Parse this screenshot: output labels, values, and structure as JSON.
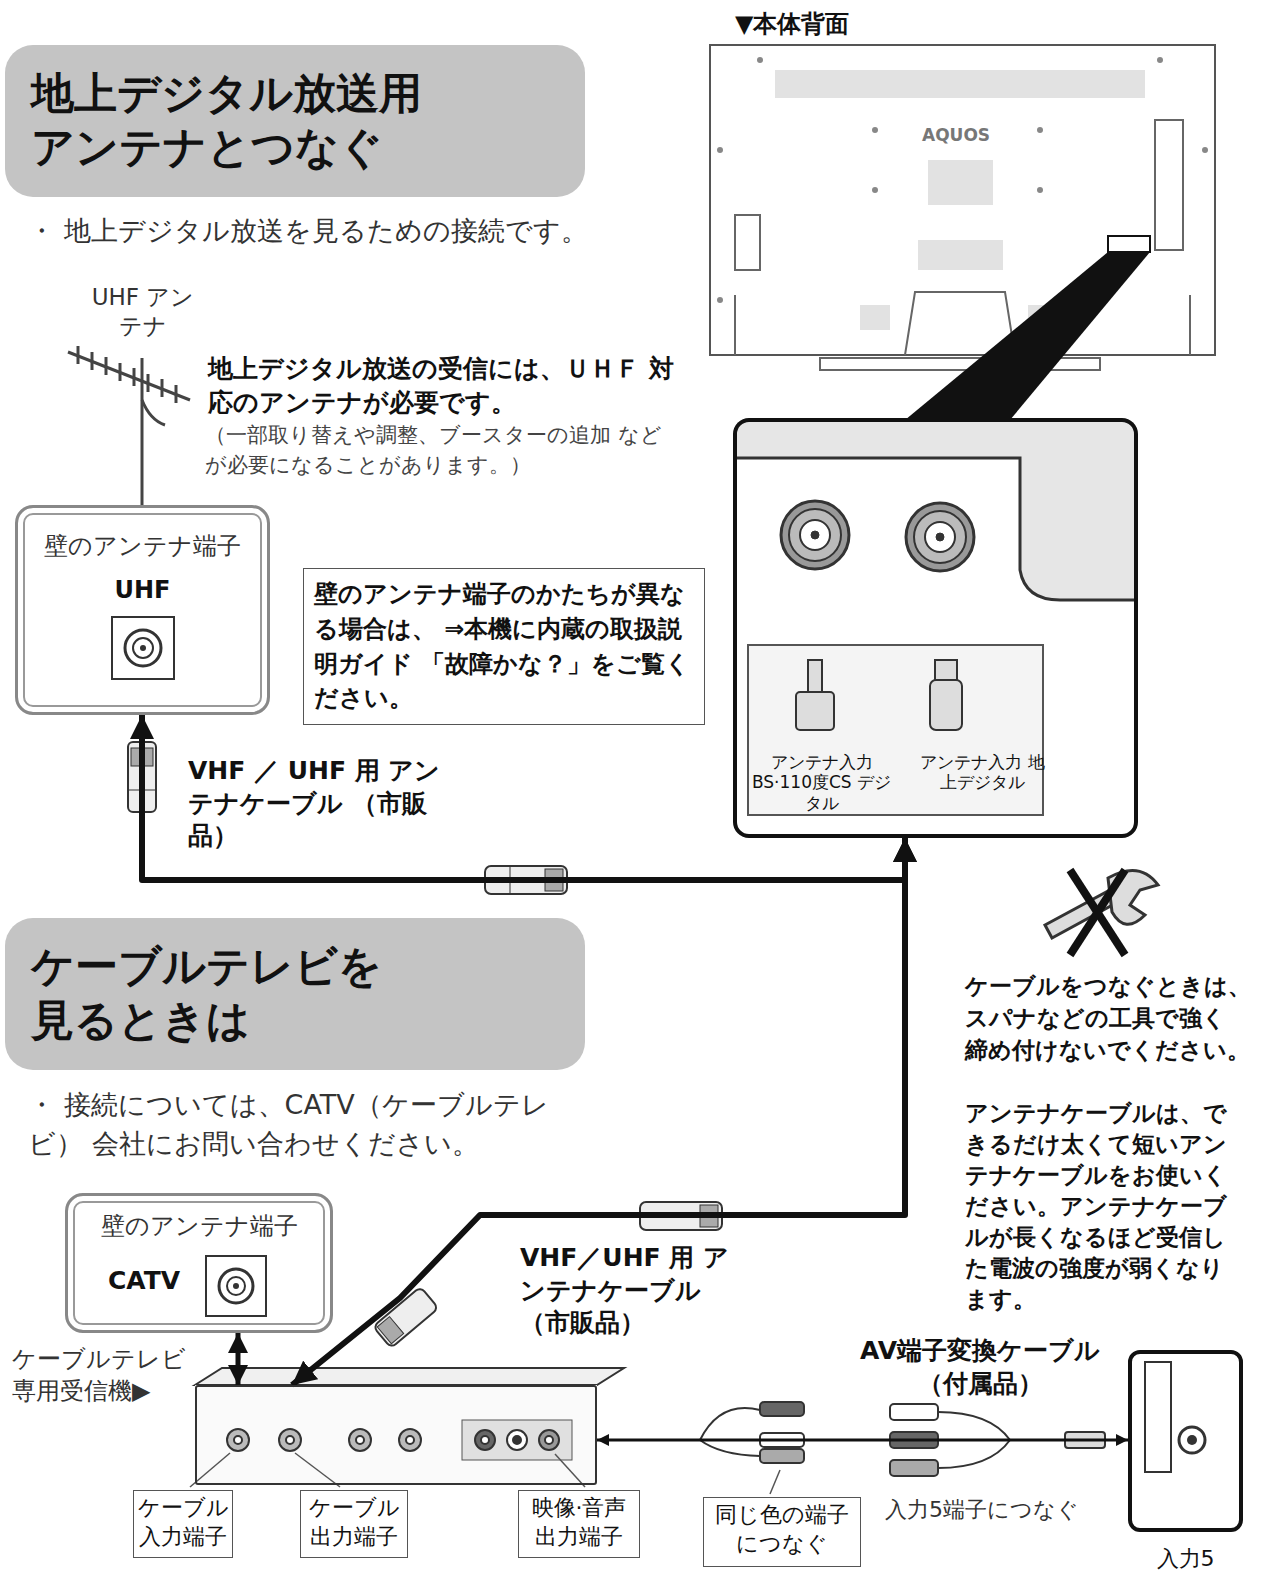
{
  "diagram": {
    "nodes": [
      {
        "text": [
          "地上デジタル放送用 アンテナとつなぐ"
        ]
      },
      {
        "text": [
          "壁のアンテナ端子",
          "UHF"
        ]
      },
      {
        "text": [
          "壁のアンテナ端子のかたちが異なる場合は、 ⇒本機に内蔵の取扱説明ガイド 「故障かな？」をご覧ください。"
        ]
      },
      {
        "text": [
          "アンテナ入力 BS·110度CS デジタル",
          "アンテナ入力 地上デジタル"
        ]
      },
      {
        "text": [
          "ケーブルテレビを 見るときは"
        ]
      },
      {
        "text": [
          "壁のアンテナ端子",
          "CATV"
        ]
      },
      {
        "text": [
          "ケーブルテレビ 専用受信機▶"
        ]
      },
      {
        "text": [
          "ケーブル 入力端子"
        ]
      },
      {
        "text": [
          "ケーブル 出力端子"
        ]
      },
      {
        "text": [
          "映像·音声 出力端子"
        ]
      },
      {
        "text": [
          "同じ色の端子 につなぐ"
        ]
      },
      {
        "text": [
          "入力5"
        ]
      }
    ],
    "edges": [
      {
        "from": 1,
        "to": 3,
        "arrow": "both"
      },
      {
        "from": 5,
        "to": 6,
        "arrow": "both"
      },
      {
        "from": 6,
        "to": 3,
        "arrow": "both"
      },
      {
        "from": 11,
        "to": 6,
        "arrow": "both"
      }
    ],
    "labels": [
      "▼本体背面",
      "AQUOS",
      "・ 地上デジタル放送を見るための接続です。",
      "UHF アンテナ",
      "地上デジタル放送の受信には、ＵＨＦ 対応のアンテナが必要です。",
      "（一部取り替えや調整、ブースターの追加 などが必要になることがあります。）",
      "VHF ／ UHF 用 アンテナケーブル （市販品）",
      "ケーブルをつなぐときは、 スパナなどの工具で強く 締め付けないでください。",
      "アンテナケーブルは、で きるだけ太くて短いアン テナケーブルをお使いく ださい。アンテナケーブ ルが長くなるほど受信し た電波の強度が弱くなり ます。",
      "・ 接続については、CATV（ケーブルテレビ） 会社にお問い合わせください。",
      "VHF／UHF 用 アンテナケーブル （市販品）",
      "AV端子変換ケーブル （付属品）",
      "入力5端子につなぐ"
    ]
  }
}
